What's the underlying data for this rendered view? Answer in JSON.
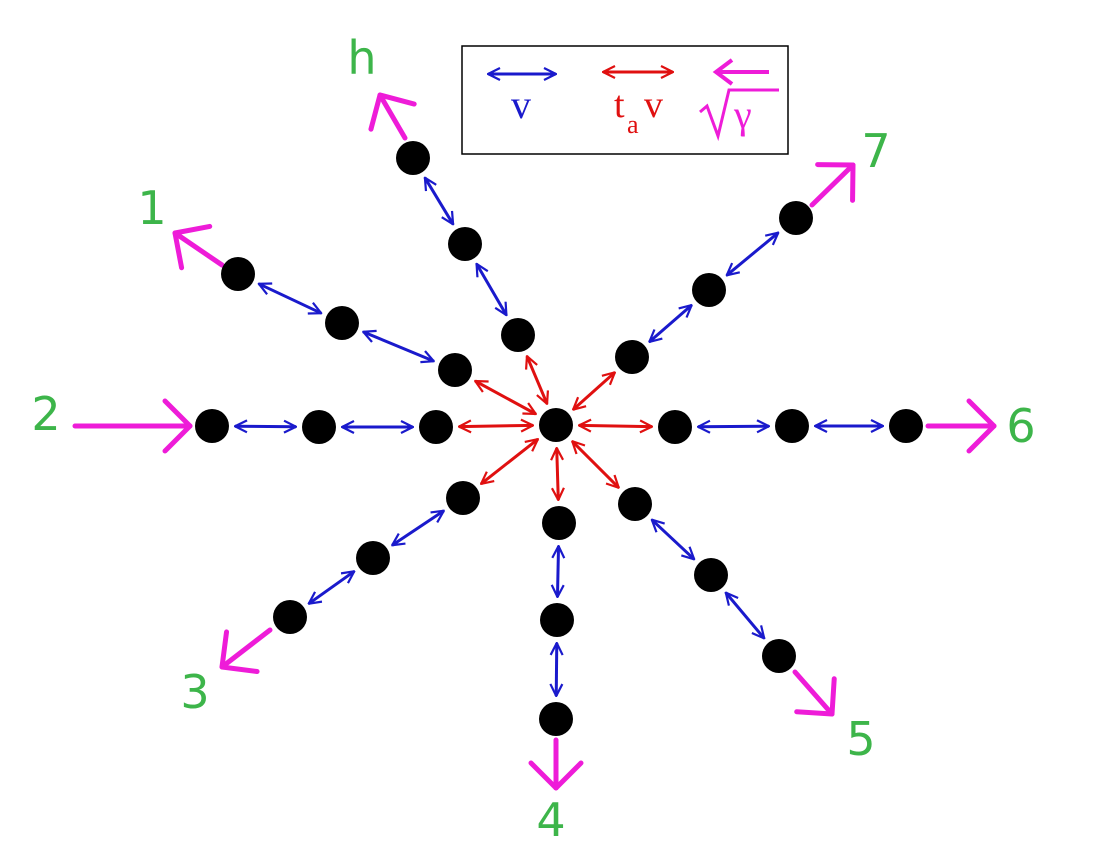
{
  "colors": {
    "hopping": "#1a1acc",
    "coupling": "#e01010",
    "rate": "#ee1cd8",
    "lead_label": "#3db54a",
    "site": "#000000"
  },
  "legend": {
    "hopping_symbol": "v",
    "coupling_t": "t",
    "coupling_sub": "a",
    "coupling_v": "v",
    "rate_symbol": "γ"
  },
  "leads": [
    {
      "label": "h",
      "arrow": "outward"
    },
    {
      "label": "1",
      "arrow": "outward"
    },
    {
      "label": "2",
      "arrow": "inward"
    },
    {
      "label": "3",
      "arrow": "outward"
    },
    {
      "label": "4",
      "arrow": "outward"
    },
    {
      "label": "5",
      "arrow": "outward"
    },
    {
      "label": "6",
      "arrow": "outward"
    },
    {
      "label": "7",
      "arrow": "outward"
    }
  ]
}
